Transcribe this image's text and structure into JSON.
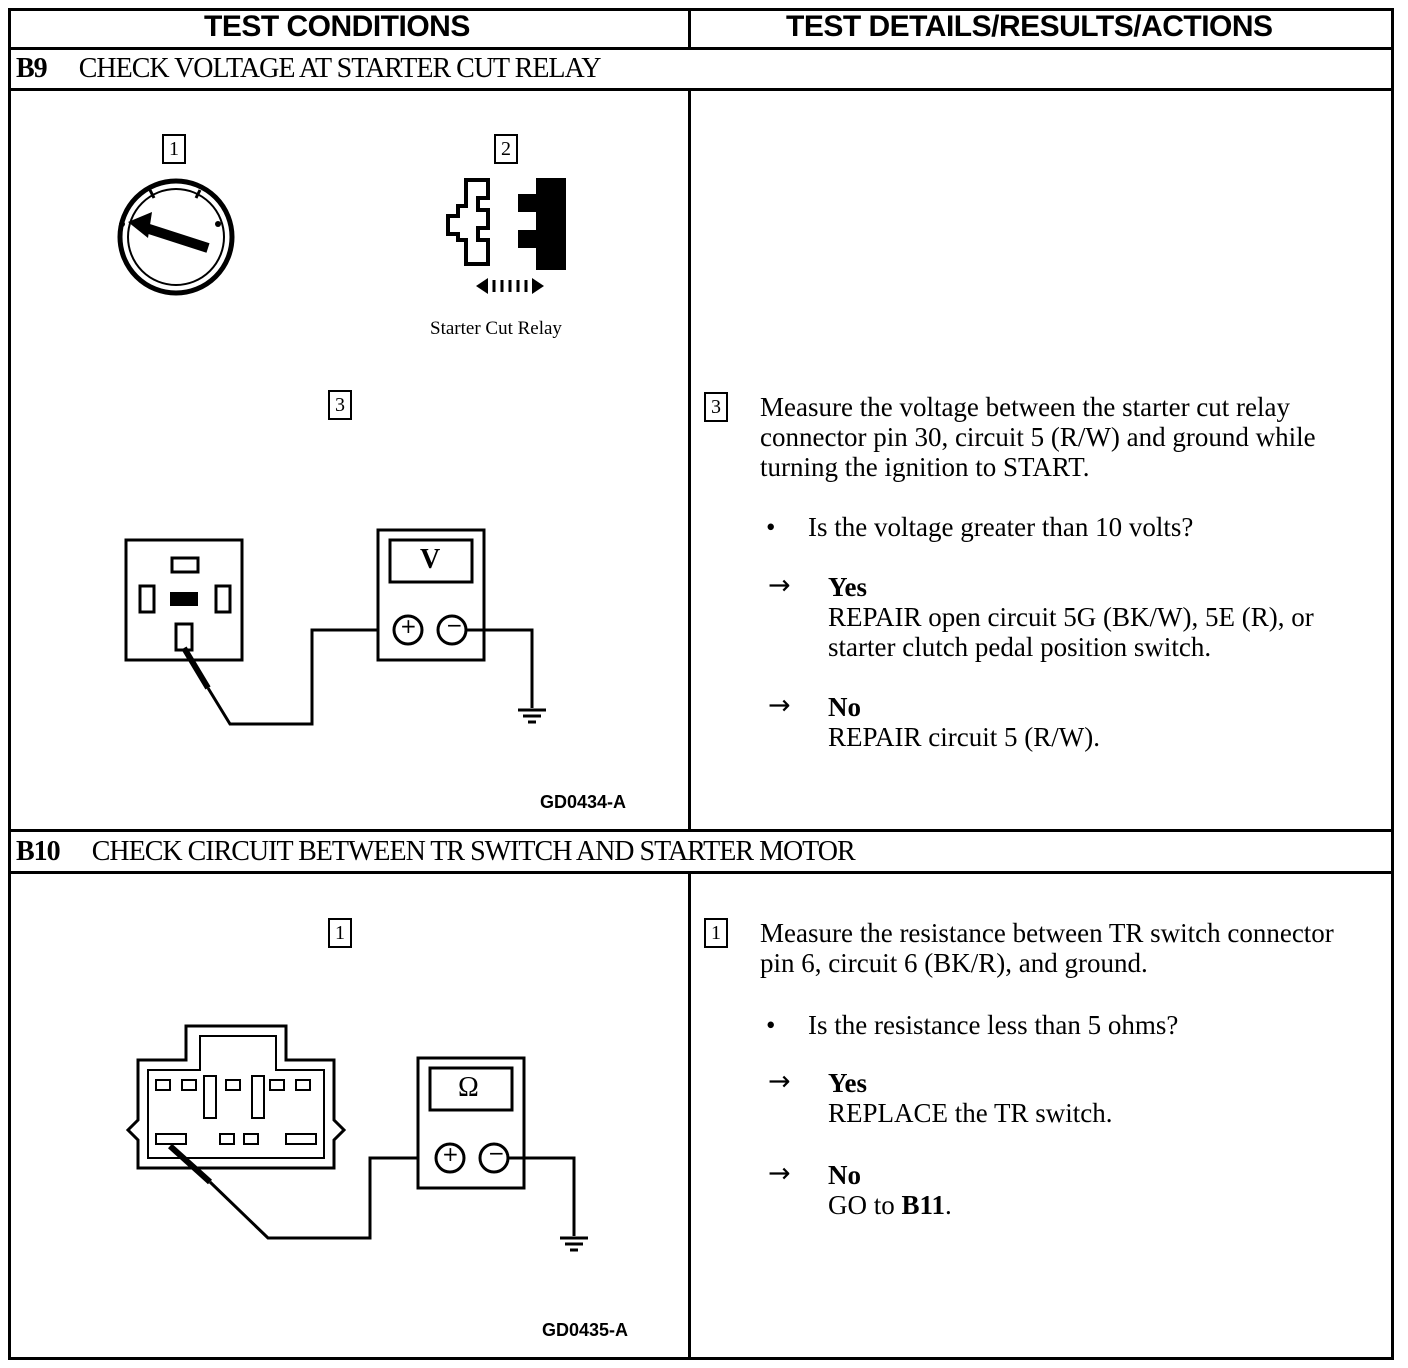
{
  "headers": {
    "left": "TEST CONDITIONS",
    "right": "TEST DETAILS/RESULTS/ACTIONS"
  },
  "b9": {
    "id": "B9",
    "title": "CHECK VOLTAGE AT STARTER CUT RELAY",
    "steps": {
      "s1": "1",
      "s2": "2",
      "s3": "3"
    },
    "relay_caption": "Starter Cut Relay",
    "meter_label": "V",
    "plus": "+",
    "minus": "−",
    "figure_id": "GD0434-A",
    "detail_step": "3",
    "instruction": "Measure the voltage between the starter cut relay connector pin 30, circuit 5 (R/W) and ground while turning the ignition to START.",
    "question": "Is the voltage greater than 10 volts?",
    "yes_label": "Yes",
    "yes_action": "REPAIR open circuit 5G (BK/W), 5E (R),  or starter clutch pedal position switch.",
    "no_label": "No",
    "no_action": "REPAIR circuit 5 (R/W)."
  },
  "b10": {
    "id": "B10",
    "title": "CHECK CIRCUIT BETWEEN TR SWITCH AND STARTER MOTOR",
    "steps": {
      "s1": "1"
    },
    "meter_label": "Ω",
    "plus": "+",
    "minus": "−",
    "figure_id": "GD0435-A",
    "detail_step": "1",
    "instruction": "Measure the resistance between TR switch connector pin 6, circuit 6 (BK/R), and ground.",
    "question": "Is the resistance less than 5 ohms?",
    "yes_label": "Yes",
    "yes_action": "REPLACE the TR switch.",
    "no_label": "No",
    "no_action_prefix": "GO to ",
    "no_action_ref": "B11",
    "no_action_suffix": "."
  },
  "symbols": {
    "bullet": "•",
    "arrow": "→"
  }
}
